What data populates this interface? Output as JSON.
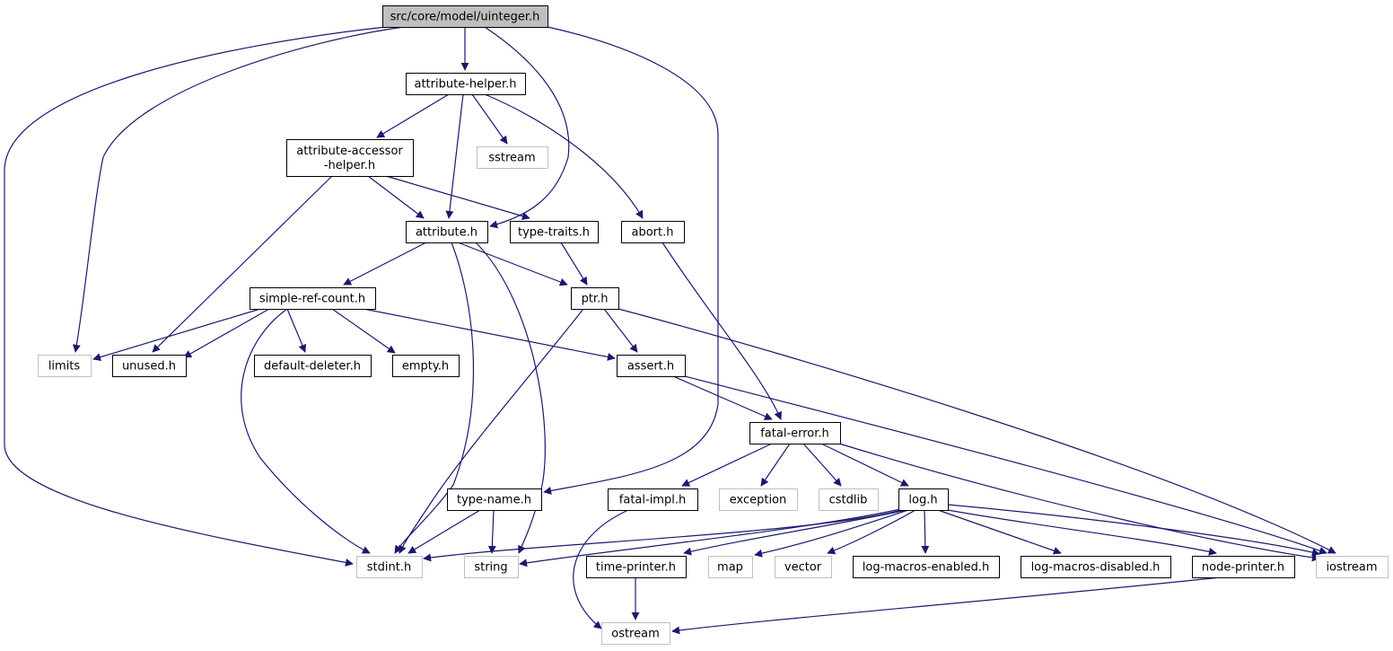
{
  "graph": {
    "colors": {
      "edge": "#191970",
      "node_border": "#000000",
      "external_border": "#bfbfbf",
      "root_fill": "#bfbfbf",
      "node_fill": "#ffffff",
      "text": "#000000"
    },
    "nodes": [
      {
        "id": "uinteger",
        "label": "src/core/model/uinteger.h",
        "kind": "root"
      },
      {
        "id": "attribute-helper",
        "label": "attribute-helper.h",
        "kind": "file"
      },
      {
        "id": "attribute-accessor",
        "label": "attribute-accessor\n-helper.h",
        "kind": "file"
      },
      {
        "id": "sstream",
        "label": "sstream",
        "kind": "external"
      },
      {
        "id": "attribute",
        "label": "attribute.h",
        "kind": "file"
      },
      {
        "id": "type-traits",
        "label": "type-traits.h",
        "kind": "file"
      },
      {
        "id": "abort",
        "label": "abort.h",
        "kind": "file"
      },
      {
        "id": "simple-ref-count",
        "label": "simple-ref-count.h",
        "kind": "file"
      },
      {
        "id": "ptr",
        "label": "ptr.h",
        "kind": "file"
      },
      {
        "id": "limits",
        "label": "limits",
        "kind": "external"
      },
      {
        "id": "unused",
        "label": "unused.h",
        "kind": "file"
      },
      {
        "id": "default-deleter",
        "label": "default-deleter.h",
        "kind": "file"
      },
      {
        "id": "empty",
        "label": "empty.h",
        "kind": "file"
      },
      {
        "id": "assert",
        "label": "assert.h",
        "kind": "file"
      },
      {
        "id": "fatal-error",
        "label": "fatal-error.h",
        "kind": "file"
      },
      {
        "id": "type-name",
        "label": "type-name.h",
        "kind": "file"
      },
      {
        "id": "fatal-impl",
        "label": "fatal-impl.h",
        "kind": "file"
      },
      {
        "id": "exception",
        "label": "exception",
        "kind": "external"
      },
      {
        "id": "cstdlib",
        "label": "cstdlib",
        "kind": "external"
      },
      {
        "id": "log",
        "label": "log.h",
        "kind": "file"
      },
      {
        "id": "stdint",
        "label": "stdint.h",
        "kind": "external"
      },
      {
        "id": "string",
        "label": "string",
        "kind": "external"
      },
      {
        "id": "time-printer",
        "label": "time-printer.h",
        "kind": "file"
      },
      {
        "id": "map",
        "label": "map",
        "kind": "external"
      },
      {
        "id": "vector",
        "label": "vector",
        "kind": "external"
      },
      {
        "id": "log-macros-enabled",
        "label": "log-macros-enabled.h",
        "kind": "file"
      },
      {
        "id": "log-macros-disabled",
        "label": "log-macros-disabled.h",
        "kind": "file"
      },
      {
        "id": "node-printer",
        "label": "node-printer.h",
        "kind": "file"
      },
      {
        "id": "iostream",
        "label": "iostream",
        "kind": "external"
      },
      {
        "id": "ostream",
        "label": "ostream",
        "kind": "external"
      }
    ],
    "edges": [
      {
        "from": "uinteger",
        "to": "attribute-helper"
      },
      {
        "from": "uinteger",
        "to": "limits"
      },
      {
        "from": "uinteger",
        "to": "stdint"
      },
      {
        "from": "uinteger",
        "to": "attribute"
      },
      {
        "from": "uinteger",
        "to": "type-name"
      },
      {
        "from": "attribute-helper",
        "to": "attribute-accessor"
      },
      {
        "from": "attribute-helper",
        "to": "attribute"
      },
      {
        "from": "attribute-helper",
        "to": "sstream"
      },
      {
        "from": "attribute-helper",
        "to": "abort"
      },
      {
        "from": "attribute-accessor",
        "to": "attribute"
      },
      {
        "from": "attribute-accessor",
        "to": "type-traits"
      },
      {
        "from": "attribute-accessor",
        "to": "unused"
      },
      {
        "from": "attribute",
        "to": "simple-ref-count"
      },
      {
        "from": "attribute",
        "to": "ptr"
      },
      {
        "from": "attribute",
        "to": "stdint"
      },
      {
        "from": "attribute",
        "to": "string"
      },
      {
        "from": "type-traits",
        "to": "ptr"
      },
      {
        "from": "abort",
        "to": "fatal-error"
      },
      {
        "from": "simple-ref-count",
        "to": "limits"
      },
      {
        "from": "simple-ref-count",
        "to": "unused"
      },
      {
        "from": "simple-ref-count",
        "to": "default-deleter"
      },
      {
        "from": "simple-ref-count",
        "to": "empty"
      },
      {
        "from": "simple-ref-count",
        "to": "assert"
      },
      {
        "from": "simple-ref-count",
        "to": "stdint"
      },
      {
        "from": "ptr",
        "to": "assert"
      },
      {
        "from": "ptr",
        "to": "stdint"
      },
      {
        "from": "ptr",
        "to": "iostream"
      },
      {
        "from": "assert",
        "to": "fatal-error"
      },
      {
        "from": "assert",
        "to": "iostream"
      },
      {
        "from": "fatal-error",
        "to": "fatal-impl"
      },
      {
        "from": "fatal-error",
        "to": "exception"
      },
      {
        "from": "fatal-error",
        "to": "cstdlib"
      },
      {
        "from": "fatal-error",
        "to": "log"
      },
      {
        "from": "fatal-error",
        "to": "iostream"
      },
      {
        "from": "type-name",
        "to": "stdint"
      },
      {
        "from": "type-name",
        "to": "string"
      },
      {
        "from": "fatal-impl",
        "to": "ostream"
      },
      {
        "from": "log",
        "to": "stdint"
      },
      {
        "from": "log",
        "to": "string"
      },
      {
        "from": "log",
        "to": "time-printer"
      },
      {
        "from": "log",
        "to": "map"
      },
      {
        "from": "log",
        "to": "vector"
      },
      {
        "from": "log",
        "to": "log-macros-enabled"
      },
      {
        "from": "log",
        "to": "log-macros-disabled"
      },
      {
        "from": "log",
        "to": "node-printer"
      },
      {
        "from": "log",
        "to": "iostream"
      },
      {
        "from": "time-printer",
        "to": "ostream"
      },
      {
        "from": "node-printer",
        "to": "ostream"
      }
    ]
  }
}
